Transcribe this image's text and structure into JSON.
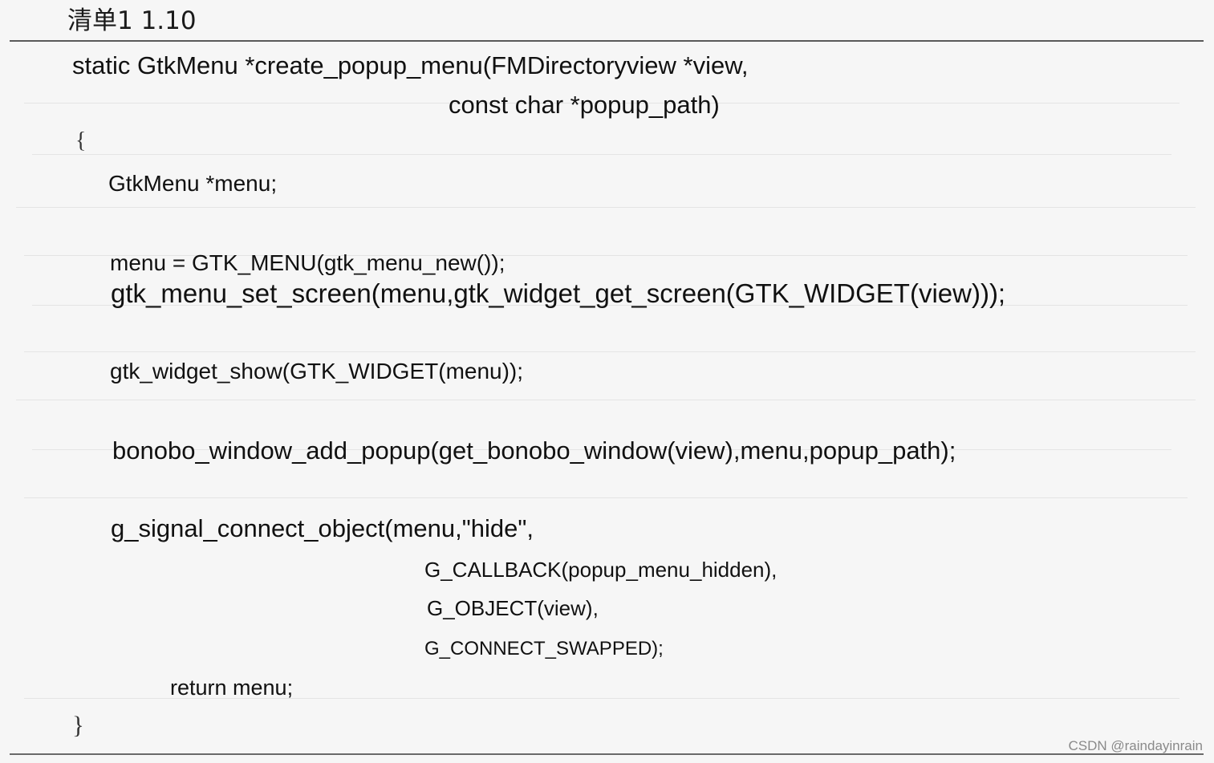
{
  "listing": {
    "title": "清单1 1.10",
    "lines": [
      "static GtkMenu *create_popup_menu(FMDirectoryview *view,",
      "const char *popup_path)",
      "{",
      "GtkMenu *menu;",
      "menu = GTK_MENU(gtk_menu_new());",
      "gtk_menu_set_screen(menu,gtk_widget_get_screen(GTK_WIDGET(view)));",
      "gtk_widget_show(GTK_WIDGET(menu));",
      "bonobo_window_add_popup(get_bonobo_window(view),menu,popup_path);",
      "g_signal_connect_object(menu,\"hide\",",
      "G_CALLBACK(popup_menu_hidden),",
      "G_OBJECT(view),",
      "G_CONNECT_SWAPPED);",
      "return menu;",
      "}"
    ]
  },
  "watermark": "CSDN @raindayinrain"
}
